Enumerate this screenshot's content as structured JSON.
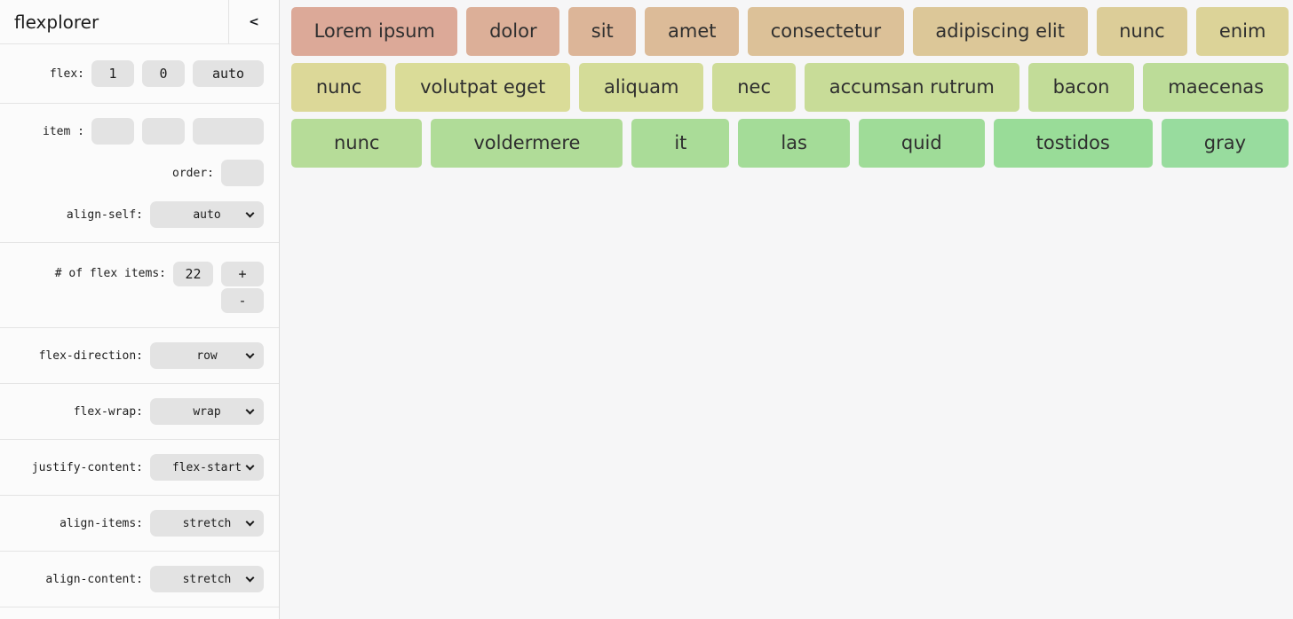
{
  "app": {
    "title": "flexplorer",
    "collapse_label": "<"
  },
  "colors": {
    "sidebar_bg": "#fbfbfb",
    "main_bg": "#f6f6f7",
    "control_bg": "#e3e3e3",
    "divider": "#e4e4e4",
    "sidebar_border": "#dcdcdc",
    "item_text": "#2f2f2f"
  },
  "sidebar": {
    "flex_row": {
      "label": "flex:",
      "values": [
        "1",
        "0",
        "auto"
      ]
    },
    "item_row": {
      "label": "item :",
      "values": [
        "",
        "",
        ""
      ]
    },
    "order_row": {
      "label": "order:",
      "value": ""
    },
    "align_self": {
      "label": "align-self:",
      "value": "auto"
    },
    "count_row": {
      "label": "# of flex items:",
      "value": "22",
      "increment": "+",
      "decrement": "-"
    },
    "selects": [
      {
        "label": "flex-direction:",
        "value": "row"
      },
      {
        "label": "flex-wrap:",
        "value": "wrap"
      },
      {
        "label": "justify-content:",
        "value": "flex-start"
      },
      {
        "label": "align-items:",
        "value": "stretch"
      },
      {
        "label": "align-content:",
        "value": "stretch"
      }
    ]
  },
  "flex_items": {
    "rows": [
      [
        {
          "label": "Lorem ipsum",
          "color": "#dca998"
        },
        {
          "label": "dolor",
          "color": "#dcaf98"
        },
        {
          "label": "sit",
          "color": "#dcb598"
        },
        {
          "label": "amet",
          "color": "#dcbb98"
        },
        {
          "label": "consectetur",
          "color": "#dcc198"
        },
        {
          "label": "adipiscing elit",
          "color": "#dcc798"
        },
        {
          "label": "nunc",
          "color": "#dccd98"
        },
        {
          "label": "enim",
          "color": "#dcd398"
        }
      ],
      [
        {
          "label": "nunc",
          "color": "#dcd898"
        },
        {
          "label": "volutpat eget",
          "color": "#dadc98"
        },
        {
          "label": "aliquam",
          "color": "#d4dc98"
        },
        {
          "label": "nec",
          "color": "#cedc98"
        },
        {
          "label": "accumsan rutrum",
          "color": "#c8dc98"
        },
        {
          "label": "bacon",
          "color": "#c2dc98"
        },
        {
          "label": "maecenas",
          "color": "#bcdc98"
        }
      ],
      [
        {
          "label": "nunc",
          "color": "#b6dc98"
        },
        {
          "label": "voldermere",
          "color": "#b0dc98"
        },
        {
          "label": "it",
          "color": "#aadc98"
        },
        {
          "label": "las",
          "color": "#a4dc98"
        },
        {
          "label": "quid",
          "color": "#9fdc98"
        },
        {
          "label": "tostidos",
          "color": "#99dc98"
        },
        {
          "label": "gray",
          "color": "#98dc9e"
        }
      ]
    ]
  }
}
